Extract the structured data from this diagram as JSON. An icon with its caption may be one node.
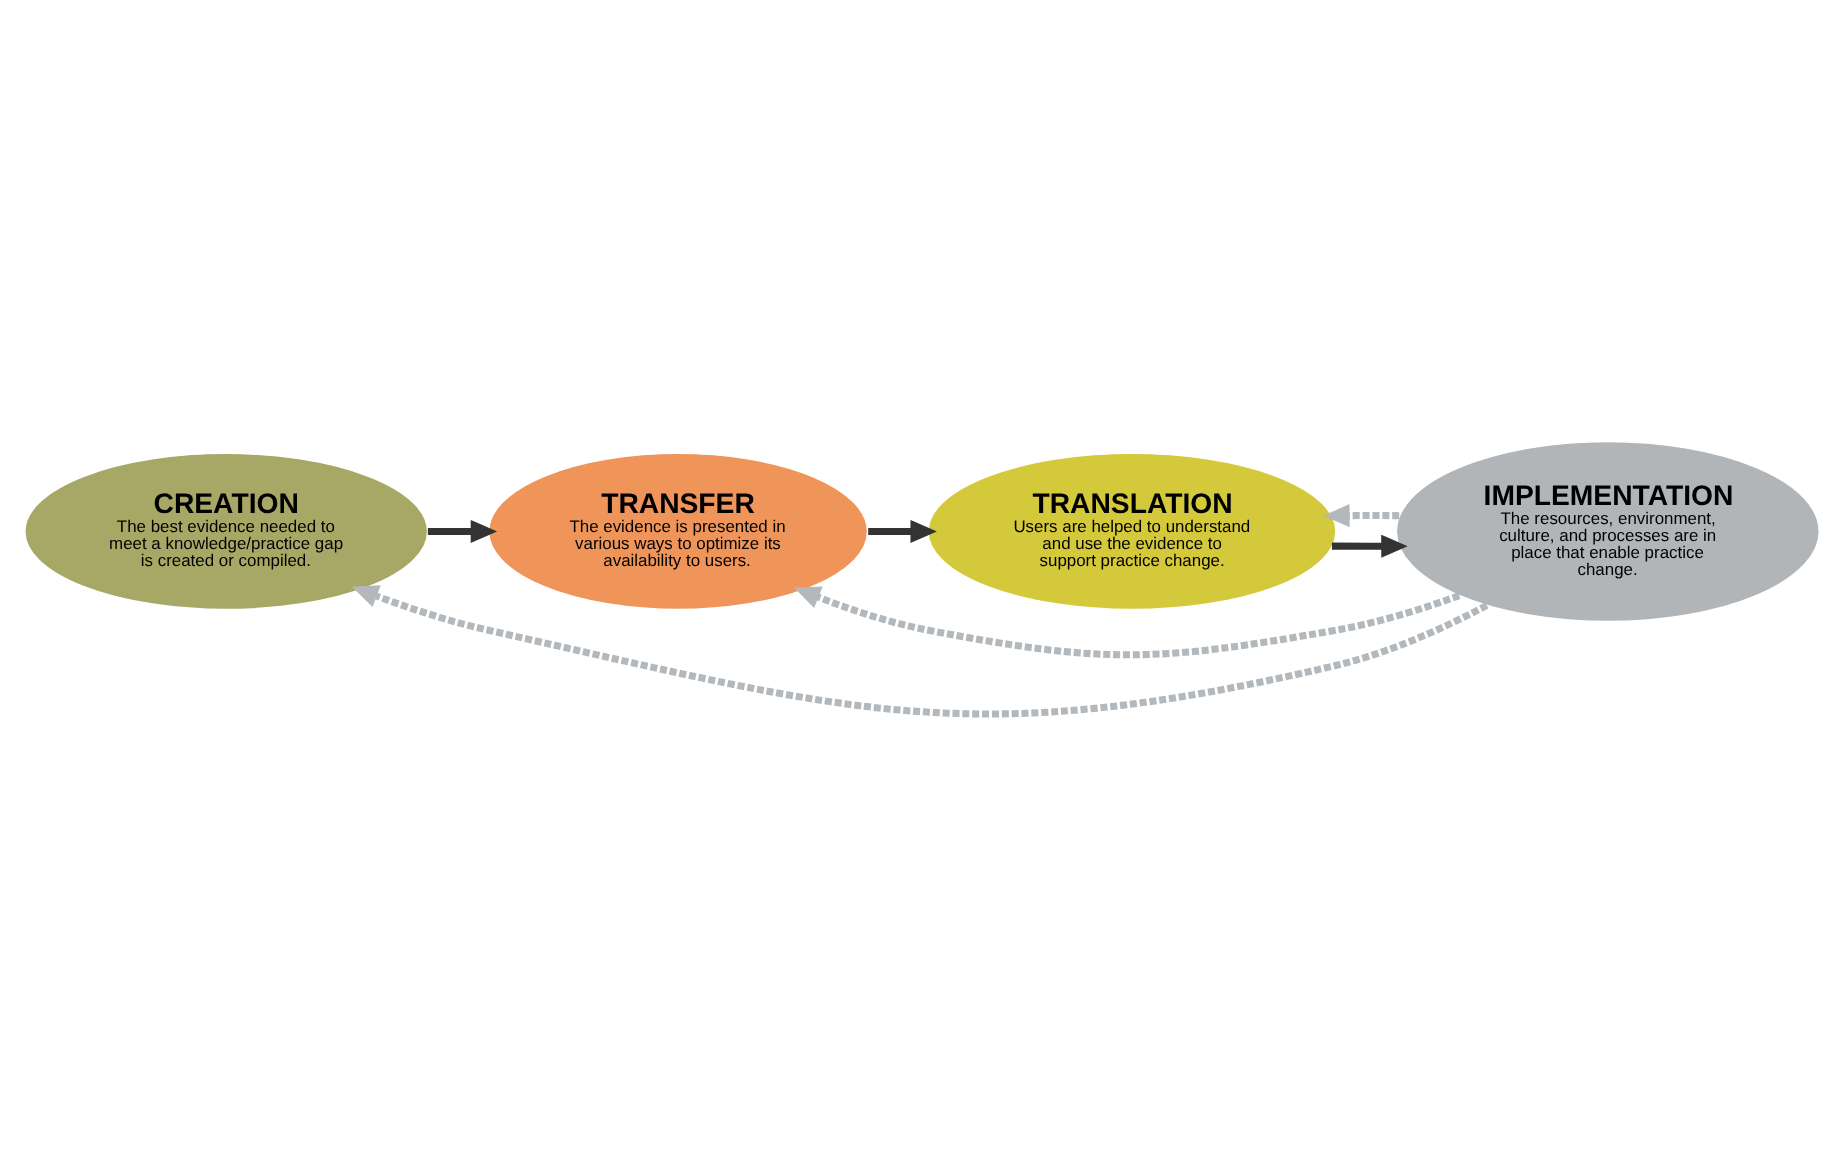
{
  "diagram": {
    "nodes": [
      {
        "text": [
          "CREATION",
          "The best evidence needed to meet a knowledge/practice gap is created or compiled."
        ]
      },
      {
        "text": [
          "TRANSFER",
          "The evidence is presented in various ways to optimize its availability to users."
        ]
      },
      {
        "text": [
          "TRANSLATION",
          "Users are helped to understand and use the evidence to support practice change."
        ]
      },
      {
        "text": [
          "IMPLEMENTATION",
          "The resources, environment, culture, and processes are in place that enable practice change."
        ]
      }
    ],
    "edges": [
      {
        "from": 0,
        "to": 1,
        "arrow": "to"
      },
      {
        "from": 1,
        "to": 2,
        "arrow": "to"
      },
      {
        "from": 2,
        "to": 3,
        "arrow": "to"
      },
      {
        "from": 3,
        "to": 0,
        "arrow": "to",
        "style": "dashed",
        "color": "#b3b8bc"
      },
      {
        "from": 3,
        "to": 1,
        "arrow": "to",
        "style": "dashed",
        "color": "#b3b8bc"
      },
      {
        "from": 3,
        "to": 2,
        "arrow": "to",
        "style": "dashed",
        "color": "#b3b8bc"
      }
    ]
  }
}
